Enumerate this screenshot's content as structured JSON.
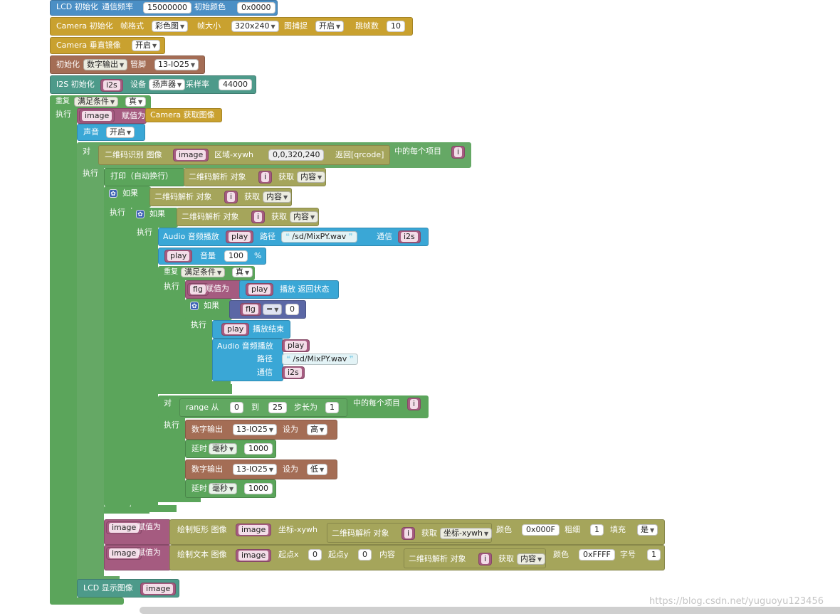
{
  "lcd_init": {
    "label": "LCD 初始化",
    "freq_label": "通信频率",
    "freq": "15000000",
    "color_label": "初始颜色",
    "color": "0x0000"
  },
  "camera_init": {
    "label": "Camera 初始化",
    "format_label": "帧格式",
    "format": "彩色图",
    "size_label": "帧大小",
    "size": "320x240",
    "capture_label": "图捕捉",
    "capture": "开启",
    "skip_label": "跳帧数",
    "skip": "10"
  },
  "camera_vflip": {
    "label": "Camera 垂直镜像",
    "value": "开启"
  },
  "pin_init": {
    "label": "初始化",
    "mode": "数字输出",
    "pin_label": "管脚",
    "pin": "13-IO25"
  },
  "i2s_init": {
    "label": "I2S 初始化",
    "var": "i2s",
    "device_label": "设备",
    "device": "扬声器",
    "rate_label": "采样率",
    "rate": "44000"
  },
  "repeat": {
    "label": "重复",
    "cond": "满足条件",
    "val": "真",
    "do": "执行"
  },
  "snapshot": {
    "var": "image",
    "assign": "赋值为",
    "fn": "Camera 获取图像"
  },
  "sound": {
    "label": "声音",
    "value": "开启"
  },
  "for_qr": {
    "label": "对",
    "expr": "二维码识别 图像",
    "var": "image",
    "region_label": "区域-xywh",
    "region": "0,0,320,240",
    "ret": "返回[qrcode]",
    "each": "中的每个项目",
    "item": "i",
    "do": "执行"
  },
  "print": {
    "label": "打印（自动换行）",
    "parse": "二维码解析 对象",
    "item": "i",
    "get": "获取",
    "field": "内容"
  },
  "if1": {
    "label": "如果",
    "parse": "二维码解析 对象",
    "item": "i",
    "get": "获取",
    "field": "内容",
    "do": "执行"
  },
  "if2": {
    "label": "如果",
    "parse": "二维码解析 对象",
    "item": "i",
    "get": "获取",
    "field": "内容",
    "do": "执行"
  },
  "audio1": {
    "label": "Audio 音频播放",
    "var": "play",
    "path_label": "路径",
    "path": "/sd/MixPY.wav",
    "ch_label": "通信",
    "ch": "i2s"
  },
  "volume": {
    "var": "play",
    "label": "音量",
    "value": "100",
    "unit": "%"
  },
  "repeat2": {
    "label": "重复",
    "cond": "满足条件",
    "val": "真",
    "do": "执行"
  },
  "flg_assign": {
    "var": "flg",
    "assign": "赋值为",
    "obj": "play",
    "fn": "播放 返回状态"
  },
  "if3": {
    "label": "如果",
    "var": "flg",
    "op": "=",
    "num": "0",
    "do": "执行"
  },
  "play_end": {
    "var": "play",
    "fn": "播放结束"
  },
  "audio2": {
    "label": "Audio 音频播放",
    "var": "play",
    "path_label": "路径",
    "path": "/sd/MixPY.wav",
    "ch_label": "通信",
    "ch": "i2s"
  },
  "for_range": {
    "label": "对",
    "range": "range 从",
    "from": "0",
    "to_label": "到",
    "to": "25",
    "step_label": "步长为",
    "step": "1",
    "each": "中的每个项目",
    "item": "i",
    "do": "执行"
  },
  "dout_high": {
    "label": "数字输出",
    "pin": "13-IO25",
    "set": "设为",
    "value": "高"
  },
  "delay1": {
    "label": "延时",
    "unit": "毫秒",
    "value": "1000"
  },
  "dout_low": {
    "label": "数字输出",
    "pin": "13-IO25",
    "set": "设为",
    "value": "低"
  },
  "delay2": {
    "label": "延时",
    "unit": "毫秒",
    "value": "1000"
  },
  "rect": {
    "var": "image",
    "assign": "赋值为",
    "fn": "绘制矩形 图像",
    "img": "image",
    "coord": "坐标-xywh",
    "parse": "二维码解析 对象",
    "item": "i",
    "get": "获取",
    "field": "坐标-xywh",
    "color_label": "颜色",
    "color": "0x000F",
    "thick_label": "粗细",
    "thick": "1",
    "fill_label": "填充",
    "fill": "是"
  },
  "text": {
    "var": "image",
    "assign": "赋值为",
    "fn": "绘制文本 图像",
    "img": "image",
    "x_label": "起点x",
    "x": "0",
    "y_label": "起点y",
    "y": "0",
    "content": "内容",
    "parse": "二维码解析 对象",
    "item": "i",
    "get": "获取",
    "field": "内容",
    "color_label": "颜色",
    "color": "0xFFFF",
    "size_label": "字号",
    "size": "1"
  },
  "lcd_show": {
    "label": "LCD 显示图像",
    "var": "image"
  },
  "watermark": "https://blog.csdn.net/yuguoyu123456"
}
